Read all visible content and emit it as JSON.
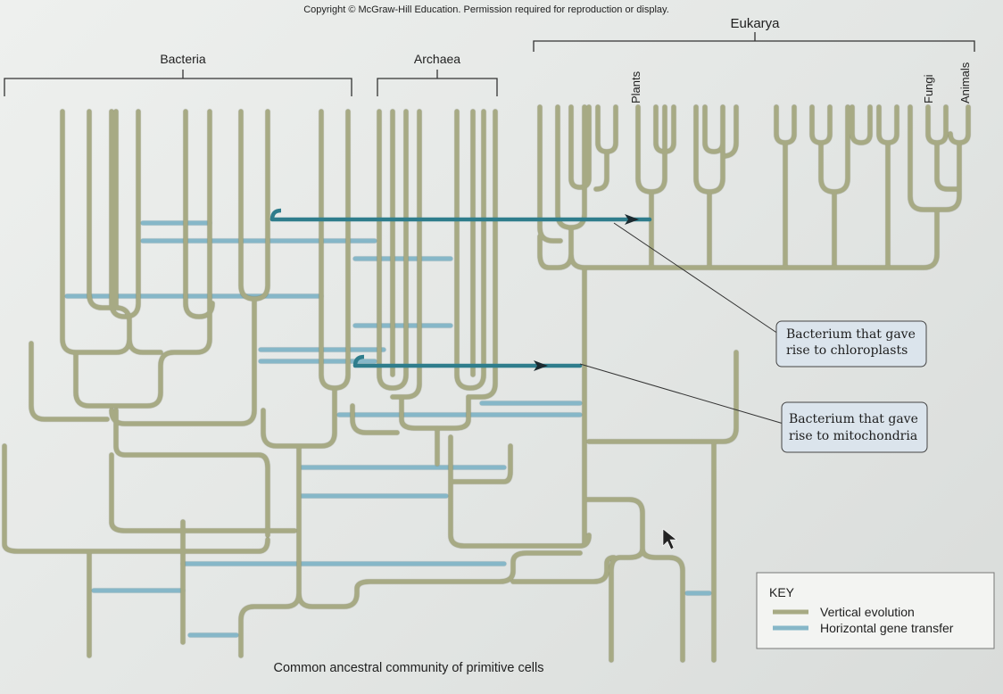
{
  "copyright": "Copyright © McGraw-Hill Education. Permission required for reproduction or display.",
  "domains": {
    "bacteria": "Bacteria",
    "archaea": "Archaea",
    "eukarya": "Eukarya"
  },
  "groups": {
    "plants": "Plants",
    "fungi": "Fungi",
    "animals": "Animals"
  },
  "callouts": {
    "chloroplasts": [
      "Bacterium that gave",
      "rise to chloroplasts"
    ],
    "mitochondria": [
      "Bacterium that gave",
      "rise to mitochondria"
    ]
  },
  "root_label": "Common ancestral community of primitive cells",
  "key": {
    "title": "KEY",
    "vertical": "Vertical evolution",
    "horizontal": "Horizontal gene transfer"
  },
  "colors": {
    "vertical": "#a7aa84",
    "horizontal": "#86b7c8",
    "major_transfer": "#2f7d8c",
    "callout_fill": "#dbe4ec"
  }
}
